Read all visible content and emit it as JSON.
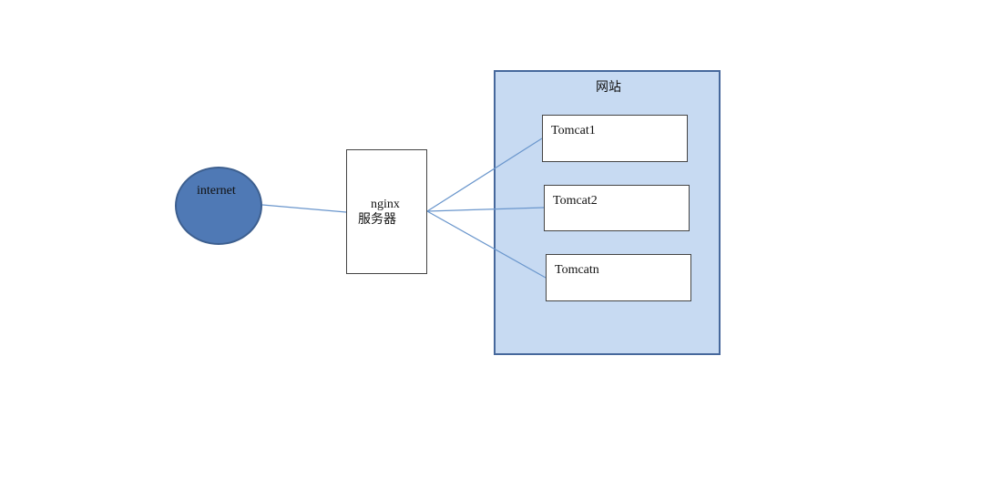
{
  "diagram": {
    "internet_label": "internet",
    "nginx_label": "nginx",
    "nginx_sub_label": "服务器",
    "website_title": "网站",
    "tomcats": [
      "Tomcat1",
      "Tomcat2",
      "Tomcatn"
    ]
  },
  "colors": {
    "internet_fill": "#4f79b5",
    "internet_stroke": "#3d5f8f",
    "website_fill": "#c7daf2",
    "website_border": "#46689c",
    "connector": "#6a96cc"
  }
}
